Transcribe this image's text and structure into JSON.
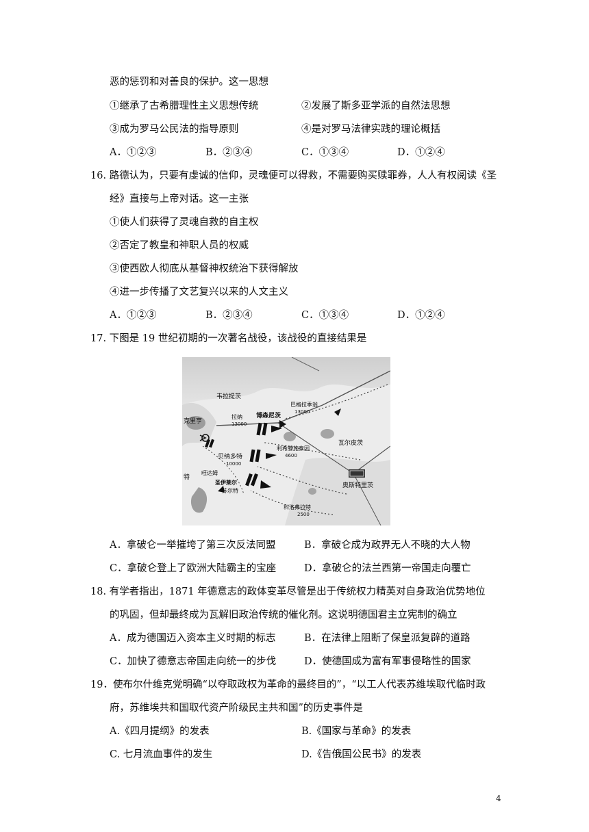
{
  "q15": {
    "stem_tail": "恶的惩罚和对善良的保护。这一思想",
    "items": [
      "①继承了古希腊理性主义思想传统",
      "②发展了斯多亚学派的自然法思想",
      "③成为罗马公民法的指导原则",
      "④是对罗马法律实践的理论概括"
    ],
    "options": [
      "A．①②③",
      "B．②③④",
      "C．①③④",
      "D．①②④"
    ]
  },
  "q16": {
    "stem": [
      "16. 路德认为，只要有虔诚的信仰，灵魂便可以得救，不需要购买赎罪券，人人有权阅读《圣",
      "经》直接与上帝对话。这一主张"
    ],
    "items": [
      "①使人们获得了灵魂自救的自主权",
      "②否定了教皇和神职人员的权威",
      "③使西欧人彻底从基督神权统治下获得解放",
      "④进一步传播了文艺复兴以来的人文主义"
    ],
    "options": [
      "A．①②③",
      "B．②③④",
      "C．①③④",
      "D．①②④"
    ]
  },
  "q17": {
    "stem": "17.  下图是 19 世纪初期的一次著名战役，该战役的直接结果是",
    "map_labels": [
      "韦拉提茨",
      "克里亨",
      "巴格拉季翁",
      "13000",
      "博森尼茨",
      "拉纳",
      "13000",
      "瓦尔皮茨",
      "利希滕施泰因",
      "4600",
      "贝纳多特",
      "10000",
      "旺达姆",
      "圣伊莱尔",
      "苏尔特",
      "特",
      "奥斯特里茨",
      "科洛弗拉特",
      "2500"
    ],
    "options": [
      "A．拿破仑一举摧垮了第三次反法同盟",
      "B．拿破仑成为政界无人不晓的大人物",
      "C．拿破仑登上了欧洲大陆霸主的宝座",
      "D．拿破仑的法兰西第一帝国走向覆亡"
    ]
  },
  "q18": {
    "stem": [
      "18.  有学者指出，1871 年德意志的政体变革尽管是出于传统权力精英对自身政治优势地位",
      "的巩固，但却最终成为瓦解旧政治传统的催化剂。这说明德国君主立宪制的确立"
    ],
    "options": [
      "A．成为德国迈入资本主义时期的标志",
      "B．在法律上阻断了保皇派复辟的道路",
      "C．加快了德意志帝国走向统一的步伐",
      "D．使德国成为富有军事侵略性的国家"
    ]
  },
  "q19": {
    "stem": [
      "19．使布尔什维克党明确“以夺取政权为革命的最终目的”，“以工人代表苏维埃取代临时政",
      "府，苏维埃共和国取代资产阶级民主共和国”的历史事件是"
    ],
    "options": [
      "A.《四月提纲》的发表",
      "B.《国家与革命》的发表",
      "C.  七月流血事件的发生",
      "D.《告俄国公民书》的发表"
    ]
  },
  "page_number": "4"
}
